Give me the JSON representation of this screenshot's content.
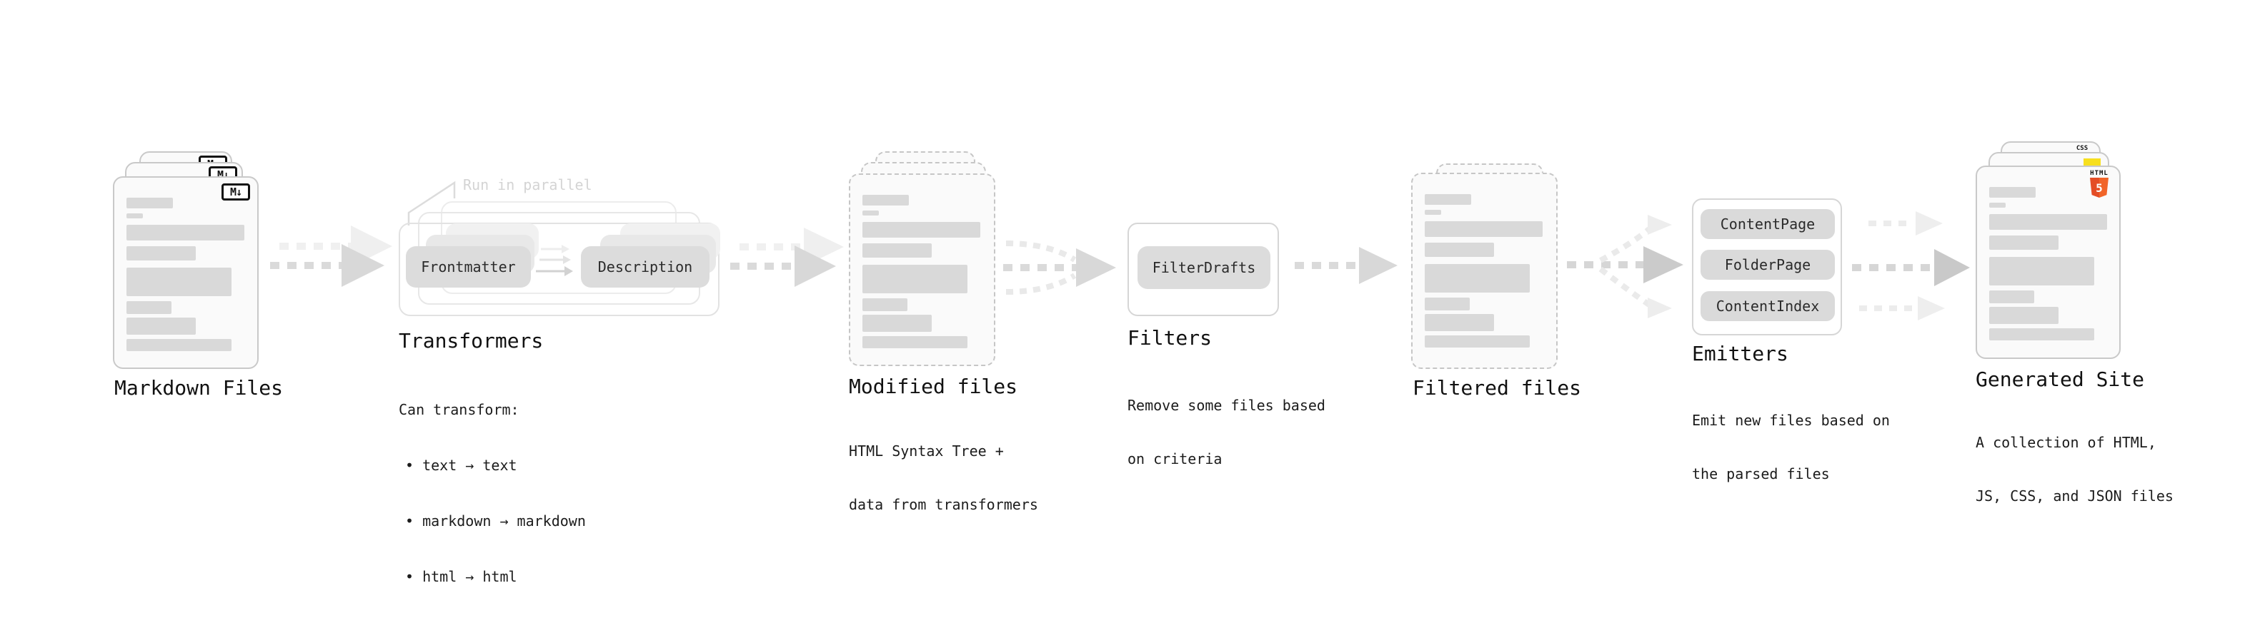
{
  "stages": {
    "markdown_files": {
      "label": "Markdown Files",
      "badge": "M↓"
    },
    "transformers": {
      "label": "Transformers",
      "callout": "Run in parallel",
      "pills": [
        "Frontmatter",
        "Description"
      ],
      "notes_title": "Can transform:",
      "notes": [
        "• text → text",
        "• markdown → markdown",
        "• html → html"
      ]
    },
    "modified_files": {
      "label": "Modified files",
      "subtext": [
        "HTML Syntax Tree +",
        "data from transformers"
      ]
    },
    "filters": {
      "label": "Filters",
      "pill": "FilterDrafts",
      "subtext": [
        "Remove some files based",
        "on criteria"
      ]
    },
    "filtered_files": {
      "label": "Filtered files"
    },
    "emitters": {
      "label": "Emitters",
      "pills": [
        "ContentPage",
        "FolderPage",
        "ContentIndex"
      ],
      "subtext": [
        "Emit new files based on",
        "the parsed files"
      ]
    },
    "generated_site": {
      "label": "Generated Site",
      "subtext": [
        "A collection of HTML,",
        "JS, CSS, and JSON files"
      ],
      "badges": {
        "html_label": "HTML",
        "html_number": "5",
        "css_label": "CSS"
      }
    }
  },
  "colors": {
    "html5_orange": "#E44D26",
    "html5_orange_light": "#F16529",
    "js_yellow": "#F7DF1E",
    "css_blue": "#2965F1",
    "card_bg": "#FAFAFA",
    "card_border": "#C9C9C9",
    "bar_gray": "#D9D9D9",
    "pill_gray": "#DCDCDC",
    "arrow_gray": "#D8D8D8",
    "muted_callout_gray": "#D4D4D4",
    "label_black": "#111111"
  }
}
